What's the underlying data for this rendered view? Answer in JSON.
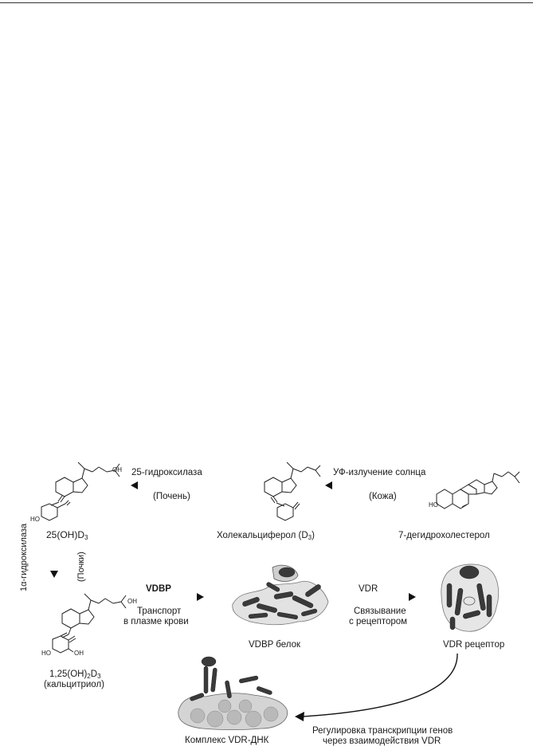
{
  "labels": {
    "hydroxylase_25": "25-гидроксилаза",
    "kidneys_paren": "(Почень)",
    "uv": "УФ-излучение солнца",
    "skin_paren": "(Кожа)",
    "compound_25oh": "25(OH)D",
    "compound_25oh_sub": "3",
    "cholecalciferol": "Холекальциферол (D",
    "cholecalciferol_sub": "3",
    "cholecalciferol_end": ")",
    "dehydrocholesterol": "7-дегидрохолестерол",
    "hydroxylase_1a": "1α-гидроксилаза",
    "kidneys_vertical": "(Почки)",
    "vdbp": "VDBP",
    "transport_line1": "Транспорт",
    "transport_line2": "в плазме крови",
    "vdr": "VDR",
    "binding_line1": "Связывание",
    "binding_line2": "с рецептором",
    "vdbp_protein": "VDBP белок",
    "vdr_receptor": "VDR рецептор",
    "calcitriol_line1": "1,25(OH)",
    "calcitriol_sub1": "2",
    "calcitriol_mid": "D",
    "calcitriol_sub2": "3",
    "calcitriol_line2": "(кальцитриол)",
    "complex": "Комплекс VDR-ДНК",
    "regulation_line1": "Регулировка транскрипции генов",
    "regulation_line2": "через взаимодействия VDR",
    "ho_1": "HO",
    "oh_1": "OH",
    "ho_2": "HO",
    "ho_3": "HO",
    "oh_2": "OH",
    "oh_3": "OH"
  },
  "colors": {
    "ink": "#1a1a1a",
    "protein_dark": "#3a3a3a",
    "protein_light": "#d8d8d8"
  }
}
